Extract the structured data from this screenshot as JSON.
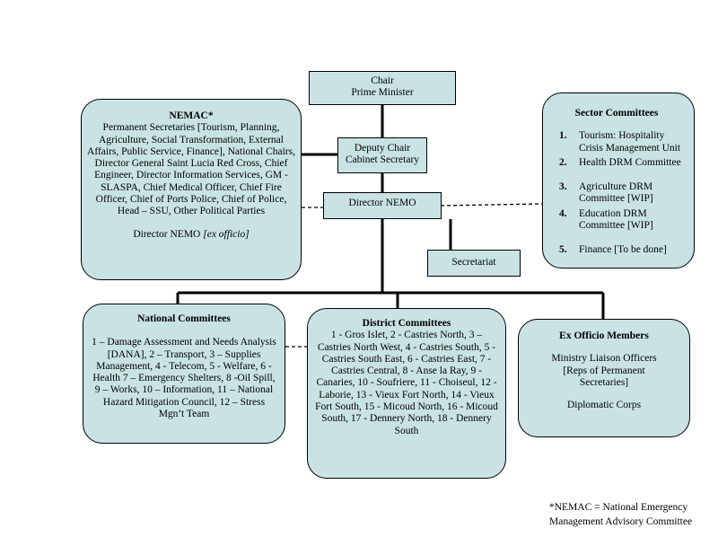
{
  "chair": {
    "line1": "Chair",
    "line2": "Prime Minister"
  },
  "deputy": {
    "line1": "Deputy Chair",
    "line2": "Cabinet Secretary"
  },
  "director": {
    "label": "Director NEMO"
  },
  "secretariat": {
    "label": "Secretariat"
  },
  "nemac": {
    "title": "NEMAC*",
    "body": "Permanent Secretaries [Tourism,  Planning, Agriculture, Social Transformation, External Affairs, Public Service, Finance], National Chairs, Director General Saint Lucia Red Cross, Chief Engineer, Director Information Services, GM - SLASPA, Chief Medical Officer, Chief Fire Officer, Chief of Ports Police, Chief of Police, Head – SSU, Other Political Parties",
    "director_prefix": "Director NEMO ",
    "director_suffix": "[ex officio]"
  },
  "sector": {
    "title": "Sector Committees",
    "items": [
      {
        "num": "1.",
        "text": "Tourism: Hospitality Crisis Management Unit"
      },
      {
        "num": "2.",
        "text": "Health DRM Committee"
      },
      {
        "num": "3.",
        "text": "Agriculture DRM Committee [WIP]"
      },
      {
        "num": "4.",
        "text": "Education DRM Committee [WIP]"
      },
      {
        "num": "5.",
        "text": "Finance [To be done]"
      }
    ]
  },
  "national": {
    "title": "National Committees",
    "body": "1 – Damage Assessment and Needs Analysis [DANA], 2 – Transport, 3 – Supplies Management, 4 - Telecom, 5 - Welfare, 6 - Health 7 – Emergency Shelters, 8 -Oil Spill, 9 – Works, 10 – Information, 11 – National Hazard Mitigation Council, 12 – Stress Mgn’t Team"
  },
  "district": {
    "title": "District Committees",
    "body": "1 - Gros Islet, 2 - Castries North, 3 – Castries North West, 4 - Castries South, 5 - Castries South East, 6 - Castries East, 7 - Castries Central, 8 - Anse la Ray, 9 - Canaries, 10 - Soufriere, 11 - Choiseul, 12 - Laborie, 13 - Vieux Fort North, 14 - Vieux Fort South, 15 - Micoud North, 16 - Micoud South, 17 - Dennery North, 18 - Dennery South"
  },
  "exofficio": {
    "title": "Ex Officio Members",
    "body": "Ministry Liaison Officers [Reps of Permanent Secretaries]",
    "extra": "Diplomatic Corps"
  },
  "footnote": {
    "line1": "*NEMAC = National Emergency",
    "line2": "Management Advisory Committee"
  }
}
